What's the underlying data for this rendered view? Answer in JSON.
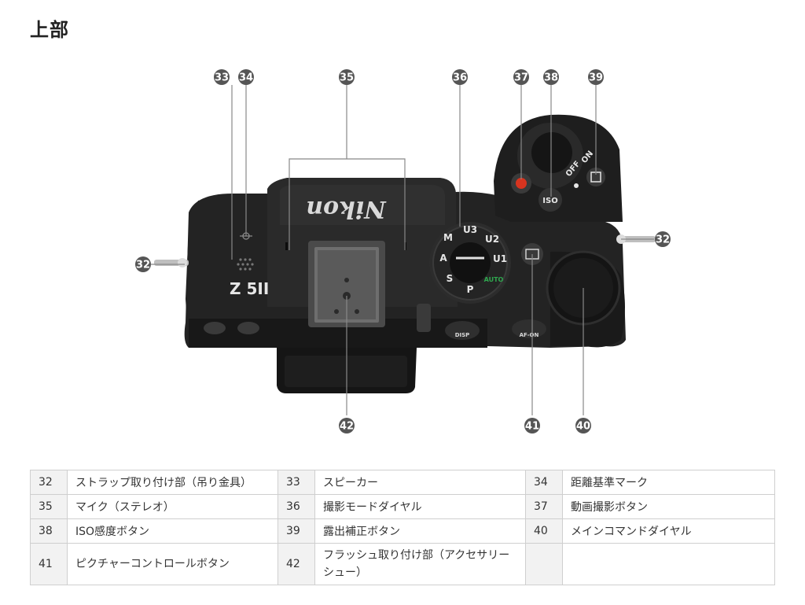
{
  "section": {
    "title": "上部"
  },
  "camera": {
    "brand_text": "Nikon",
    "model_text": "Z 5II",
    "dial_labels": [
      "U3",
      "U2",
      "U1",
      "M",
      "A",
      "S",
      "P",
      "AUTO"
    ],
    "power_labels": [
      "OFF",
      "ON"
    ],
    "button_labels": {
      "iso": "ISO",
      "disp": "DISP",
      "afon": "AF-ON"
    }
  },
  "callouts": [
    "32",
    "33",
    "34",
    "35",
    "36",
    "37",
    "38",
    "39",
    "32",
    "40",
    "41",
    "42"
  ],
  "legend": {
    "rows": [
      [
        {
          "num": "32",
          "label": "ストラップ取り付け部（吊り金具）"
        },
        {
          "num": "33",
          "label": "スピーカー"
        },
        {
          "num": "34",
          "label": "距離基準マーク"
        }
      ],
      [
        {
          "num": "35",
          "label": "マイク（ステレオ）"
        },
        {
          "num": "36",
          "label": "撮影モードダイヤル"
        },
        {
          "num": "37",
          "label": "動画撮影ボタン"
        }
      ],
      [
        {
          "num": "38",
          "label": "ISO感度ボタン"
        },
        {
          "num": "39",
          "label": "露出補正ボタン"
        },
        {
          "num": "40",
          "label": "メインコマンドダイヤル"
        }
      ],
      [
        {
          "num": "41",
          "label": "ピクチャーコントロールボタン"
        },
        {
          "num": "42",
          "label": "フラッシュ取り付け部（アクセサリーシュー）"
        },
        {
          "num": "",
          "label": ""
        }
      ]
    ]
  },
  "colors": {
    "callout_badge": "#555555",
    "leader_line": "#888888",
    "cell_number_bg": "#f2f2f2",
    "record_button": "#d7341f",
    "auto_green": "#2fa84f"
  }
}
